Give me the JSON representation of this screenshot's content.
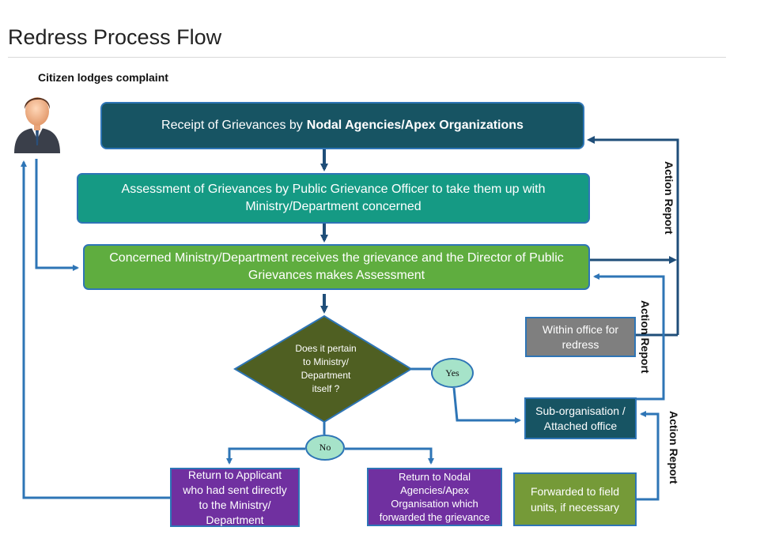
{
  "page": {
    "title": "Redress Process Flow"
  },
  "citizen": {
    "label": "Citizen lodges complaint"
  },
  "boxes": {
    "receipt": {
      "text": "Receipt of Grievances by",
      "bold": "Nodal Agencies/Apex Organizations"
    },
    "assessment": {
      "line1": "Assessment of Grievances by Public Grievance Officer  to take them up with",
      "line2": "Ministry/Department concerned"
    },
    "ministry": {
      "line1": "Concerned Ministry/Department receives the grievance and the Director of Public",
      "line2": "Grievances makes Assessment"
    },
    "within_office": {
      "line1": "Within office for",
      "line2": "redress"
    },
    "sub_org": {
      "line1": "Sub-organisation /",
      "line2": "Attached office"
    },
    "forwarded": {
      "line1": "Forwarded to field",
      "line2": "units, if necessary"
    },
    "return_applicant": {
      "line1": "Return to Applicant",
      "line2": "who had sent directly",
      "line3": "to the Ministry/",
      "line4": "Department"
    },
    "return_nodal": {
      "line1": "Return to Nodal",
      "line2": "Agencies/Apex",
      "line3": "Organisation which",
      "line4": "forwarded the grievance"
    }
  },
  "decision": {
    "line1": "Does it pertain",
    "line2": "to  Ministry/",
    "line3": "Department",
    "line4": "itself ?",
    "yes": "Yes",
    "no": "No"
  },
  "action_labels": {
    "first": "Action   Report",
    "second": "Action Report",
    "third": "Action   Report"
  },
  "colors": {
    "arrow": "#2e75b6",
    "arrow_dark": "#1f4e79",
    "receipt_fill": "#175463",
    "assessment_fill": "#159a84",
    "ministry_fill": "#5fad3f",
    "decision_fill": "#4f5f22",
    "within_fill": "#7f7f7f",
    "field_fill": "#759a38",
    "return_fill": "#7030a0",
    "oval_fill": "#a6e3c9"
  },
  "icons": {
    "citizen": "person-avatar-icon"
  }
}
